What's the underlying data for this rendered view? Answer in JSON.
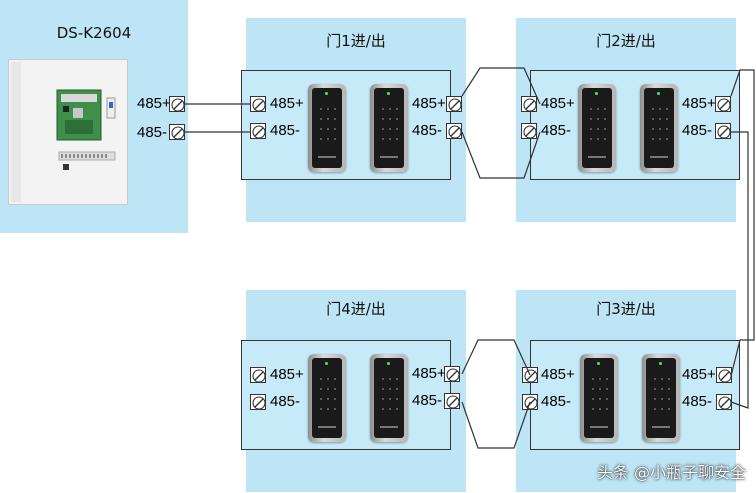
{
  "controller": {
    "title": "DS-K2604",
    "terminals": [
      {
        "label": "485+"
      },
      {
        "label": "485-"
      }
    ]
  },
  "doors": [
    {
      "id": "door1",
      "title": "门1进/出",
      "left_labels": [
        "485+",
        "485-"
      ],
      "right_labels": [
        "485+",
        "485-"
      ],
      "reader_count": 2
    },
    {
      "id": "door2",
      "title": "门2进/出",
      "left_labels": [
        "485+",
        "485-"
      ],
      "right_labels": [
        "485+",
        "485-"
      ],
      "reader_count": 2
    },
    {
      "id": "door3",
      "title": "门3进/出",
      "left_labels": [
        "485+",
        "485-"
      ],
      "right_labels": [
        "485+",
        "485-"
      ],
      "reader_count": 2
    },
    {
      "id": "door4",
      "title": "门4进/出",
      "left_labels": [
        "485+",
        "485-"
      ],
      "right_labels": [
        "485+",
        "485-"
      ],
      "reader_count": 2
    }
  ],
  "connections": [
    {
      "from": "controller",
      "to": "door1"
    },
    {
      "from": "door1",
      "to": "door2"
    },
    {
      "from": "door2",
      "to": "door3"
    },
    {
      "from": "door3",
      "to": "door4"
    }
  ],
  "colors": {
    "panel_bg": "#bde5f6",
    "inner_bg": "#c7eaf8",
    "wire": "#333333",
    "reader_led": "#3fe66a"
  },
  "watermark": "头条 @小瓶子聊安全"
}
